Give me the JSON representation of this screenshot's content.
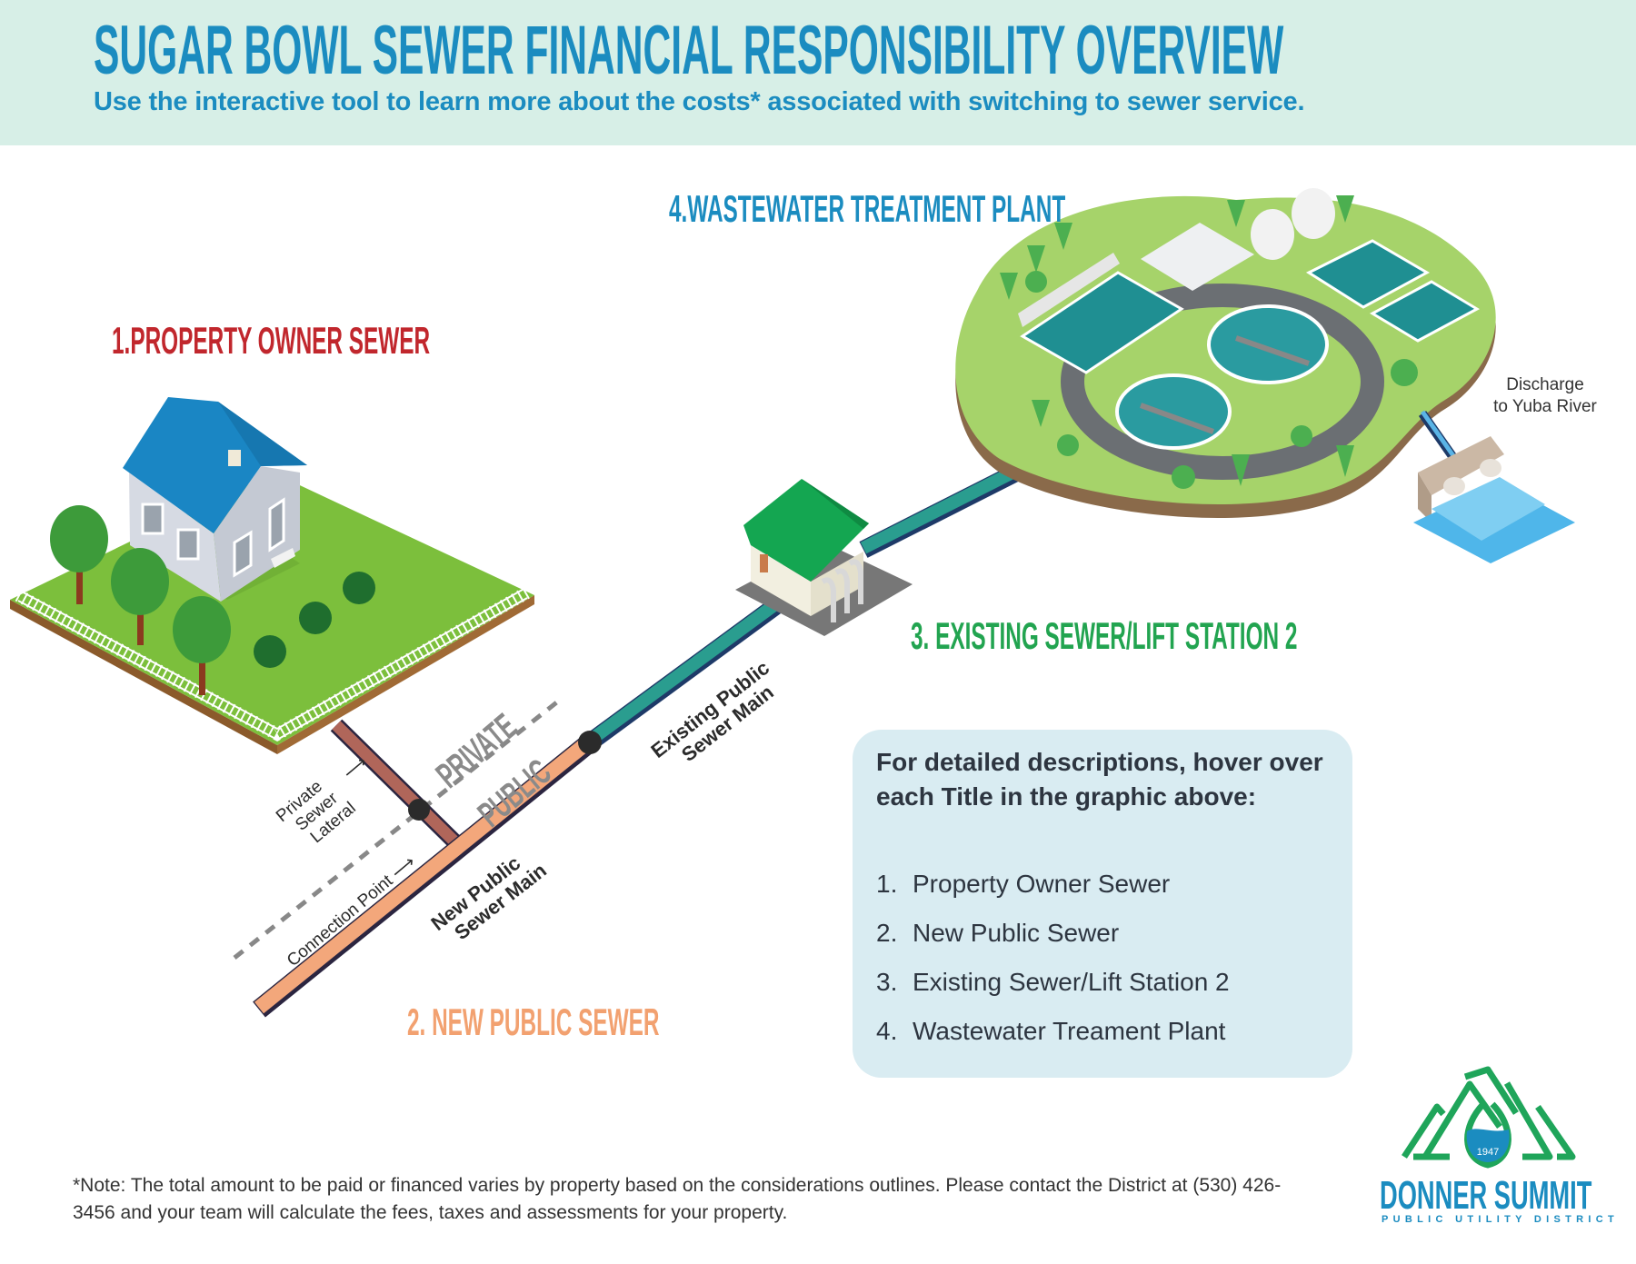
{
  "header": {
    "title": "SUGAR BOWL SEWER FINANCIAL RESPONSIBILITY OVERVIEW",
    "subtitle": "Use the interactive tool to learn more about the costs* associated with switching to sewer service."
  },
  "sections": {
    "property_owner": "1.PROPERTY OWNER SEWER",
    "new_public": "2. NEW PUBLIC SEWER",
    "existing_sewer": "3. EXISTING SEWER/LIFT STATION 2",
    "treatment_plant": "4.WASTEWATER TREATMENT PLANT"
  },
  "labels": {
    "private": "PRIVATE",
    "public": "PUBLIC",
    "private_lateral": [
      "Private",
      "Sewer",
      "Lateral"
    ],
    "connection_point": "Connection Point",
    "new_main": [
      "New Public",
      "Sewer Main"
    ],
    "existing_main": [
      "Existing Public",
      "Sewer Main"
    ],
    "discharge": [
      "Discharge",
      "to Yuba River"
    ]
  },
  "info": {
    "heading": "For detailed descriptions, hover over each Title in the graphic above:",
    "items": [
      {
        "num": "1.",
        "label": "Property Owner Sewer"
      },
      {
        "num": "2.",
        "label": "New Public Sewer"
      },
      {
        "num": "3.",
        "label": "Existing Sewer/Lift Station 2"
      },
      {
        "num": "4.",
        "label": "Wastewater Treament Plant"
      }
    ]
  },
  "note": "*Note: The total amount to be paid or financed varies by property based on the considerations outlines. Please contact the District at (530) 426-3456 and your team will calculate the fees, taxes and assessments for your property.",
  "logo": {
    "year": "1947",
    "name": "DONNER SUMMIT",
    "subname": "PUBLIC UTILITY DISTRICT"
  },
  "colors": {
    "title_blue": "#1b8cc0",
    "header_bg": "#d7efe7",
    "red": "#c1272d",
    "orange": "#f2a170",
    "green": "#22a450",
    "info_bg": "#d9ecf2"
  }
}
